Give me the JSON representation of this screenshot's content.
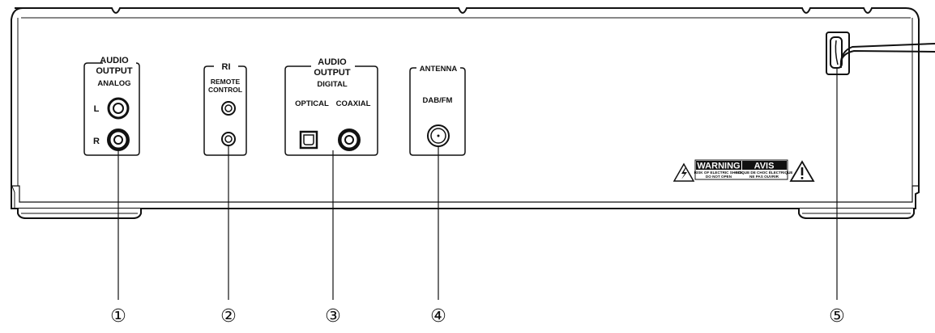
{
  "panel": {
    "audio_analog": {
      "title_line1": "AUDIO",
      "title_line2": "OUTPUT",
      "subtitle": "ANALOG",
      "left_label": "L",
      "right_label": "R"
    },
    "remote_control": {
      "logo": "RI",
      "line1": "REMOTE",
      "line2": "CONTROL"
    },
    "audio_digital": {
      "title_line1": "AUDIO",
      "title_line2": "OUTPUT",
      "subtitle": "DIGITAL",
      "optical_label": "OPTICAL",
      "coaxial_label": "COAXIAL"
    },
    "antenna": {
      "title": "ANTENNA",
      "subtitle": "DAB/FM"
    },
    "warning_label": {
      "warning": "WARNING",
      "warning_line1": "RISK OF ELECTRIC SHOCK",
      "warning_line2": "DO NOT OPEN",
      "avis": "AVIS",
      "avis_line1": "RISQUE DE CHOC ÉLECTRIQUE",
      "avis_line2": "NE PAS OUVRIR"
    }
  },
  "callouts": [
    "①",
    "②",
    "③",
    "④",
    "⑤"
  ]
}
